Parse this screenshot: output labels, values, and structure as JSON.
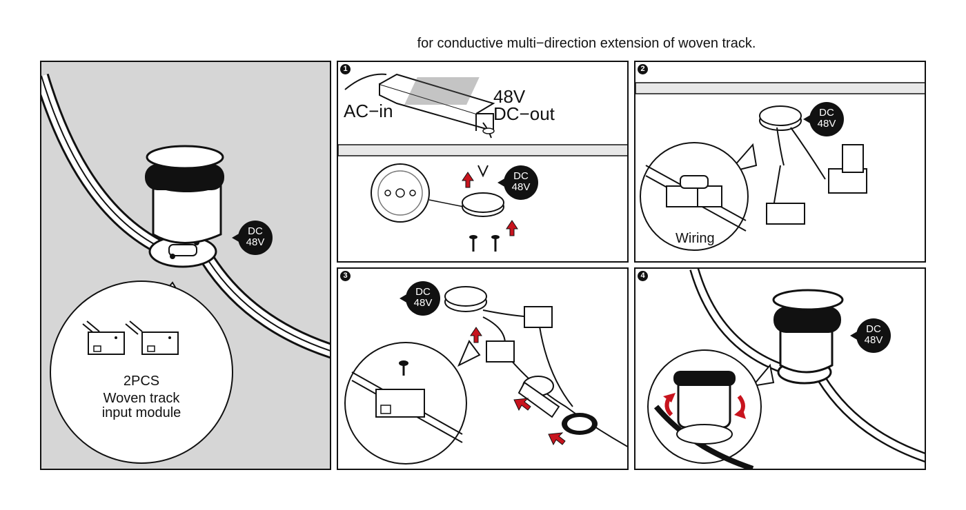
{
  "title": "for conductive multi−direction extension of woven track.",
  "overview": {
    "badge_line1": "DC",
    "badge_line2": "48V",
    "callout_qty": "2PCS",
    "callout_line1": "Woven track",
    "callout_line2": "input module"
  },
  "steps": [
    {
      "number": "1",
      "label_ac": "AC−in",
      "label_volt": "48V",
      "label_dc": "DC−out",
      "badge_line1": "DC",
      "badge_line2": "48V"
    },
    {
      "number": "2",
      "badge_line1": "DC",
      "badge_line2": "48V",
      "callout_label": "Wiring"
    },
    {
      "number": "3",
      "badge_line1": "DC",
      "badge_line2": "48V"
    },
    {
      "number": "4",
      "badge_line1": "DC",
      "badge_line2": "48V"
    }
  ],
  "colors": {
    "arrow": "#c8141e",
    "panel_bg_overview": "#d6d6d6",
    "ink": "#111111"
  }
}
